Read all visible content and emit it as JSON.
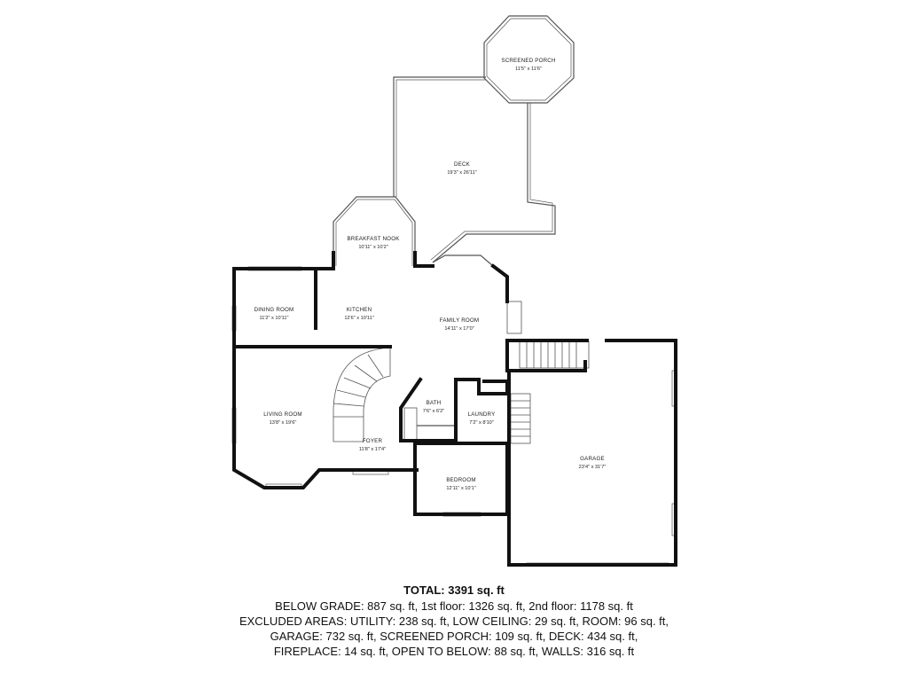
{
  "rooms": {
    "screened_porch": {
      "name": "SCREENED PORCH",
      "dims": "11'5\" x 11'6\""
    },
    "deck": {
      "name": "DECK",
      "dims": "19'3\" x 26'11\""
    },
    "breakfast_nook": {
      "name": "BREAKFAST NOOK",
      "dims": "10'11\" x 10'2\""
    },
    "dining_room": {
      "name": "DINING ROOM",
      "dims": "11'2\" x 10'11\""
    },
    "kitchen": {
      "name": "KITCHEN",
      "dims": "12'6\" x 10'11\""
    },
    "family_room": {
      "name": "FAMILY ROOM",
      "dims": "14'11\" x 17'0\""
    },
    "living_room": {
      "name": "LIVING ROOM",
      "dims": "13'8\" x 19'6\""
    },
    "bath": {
      "name": "BATH",
      "dims": "7'6\" x 6'2\""
    },
    "laundry": {
      "name": "LAUNDRY",
      "dims": "7'2\" x 8'10\""
    },
    "foyer": {
      "name": "FOYER",
      "dims": "11'8\" x 17'4\""
    },
    "garage": {
      "name": "GARAGE",
      "dims": "23'4\" x 31'7\""
    },
    "bedroom": {
      "name": "BEDROOM",
      "dims": "12'11\" x 10'1\""
    }
  },
  "summary": {
    "total": "TOTAL: 3391 sq. ft",
    "line1": "BELOW GRADE: 887 sq. ft, 1st floor: 1326 sq. ft, 2nd floor: 1178 sq. ft",
    "line2": "EXCLUDED AREAS: UTILITY: 238 sq. ft, LOW CEILING: 29 sq. ft, ROOM: 96 sq. ft,",
    "line3": "GARAGE: 732 sq. ft, SCREENED PORCH: 109 sq. ft, DECK: 434 sq. ft,",
    "line4": "FIREPLACE: 14 sq. ft, OPEN TO BELOW: 88 sq. ft, WALLS: 316 sq. ft"
  },
  "colors": {
    "wall": "#111111",
    "thin_line": "#555555",
    "background": "#ffffff"
  }
}
